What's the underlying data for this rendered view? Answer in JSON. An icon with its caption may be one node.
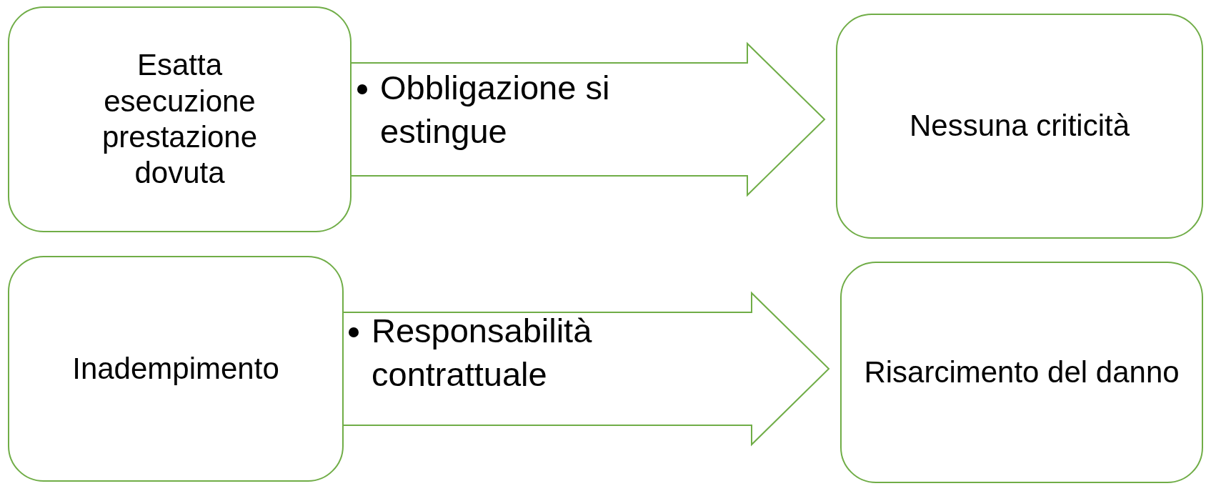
{
  "diagram": {
    "nodes": [
      {
        "text": [
          "Esatta esecuzione prestazione dovuta"
        ]
      },
      {
        "text": [
          "Nessuna criticità"
        ]
      },
      {
        "text": [
          "Inadempimento"
        ]
      },
      {
        "text": [
          "Risarcimento del danno"
        ]
      }
    ],
    "edges": [
      {
        "from": 0,
        "to": 1,
        "arrow": "to",
        "label": "Obbligazione si estingue"
      },
      {
        "from": 2,
        "to": 3,
        "arrow": "to",
        "label": "Responsabilità contrattuale"
      }
    ]
  }
}
